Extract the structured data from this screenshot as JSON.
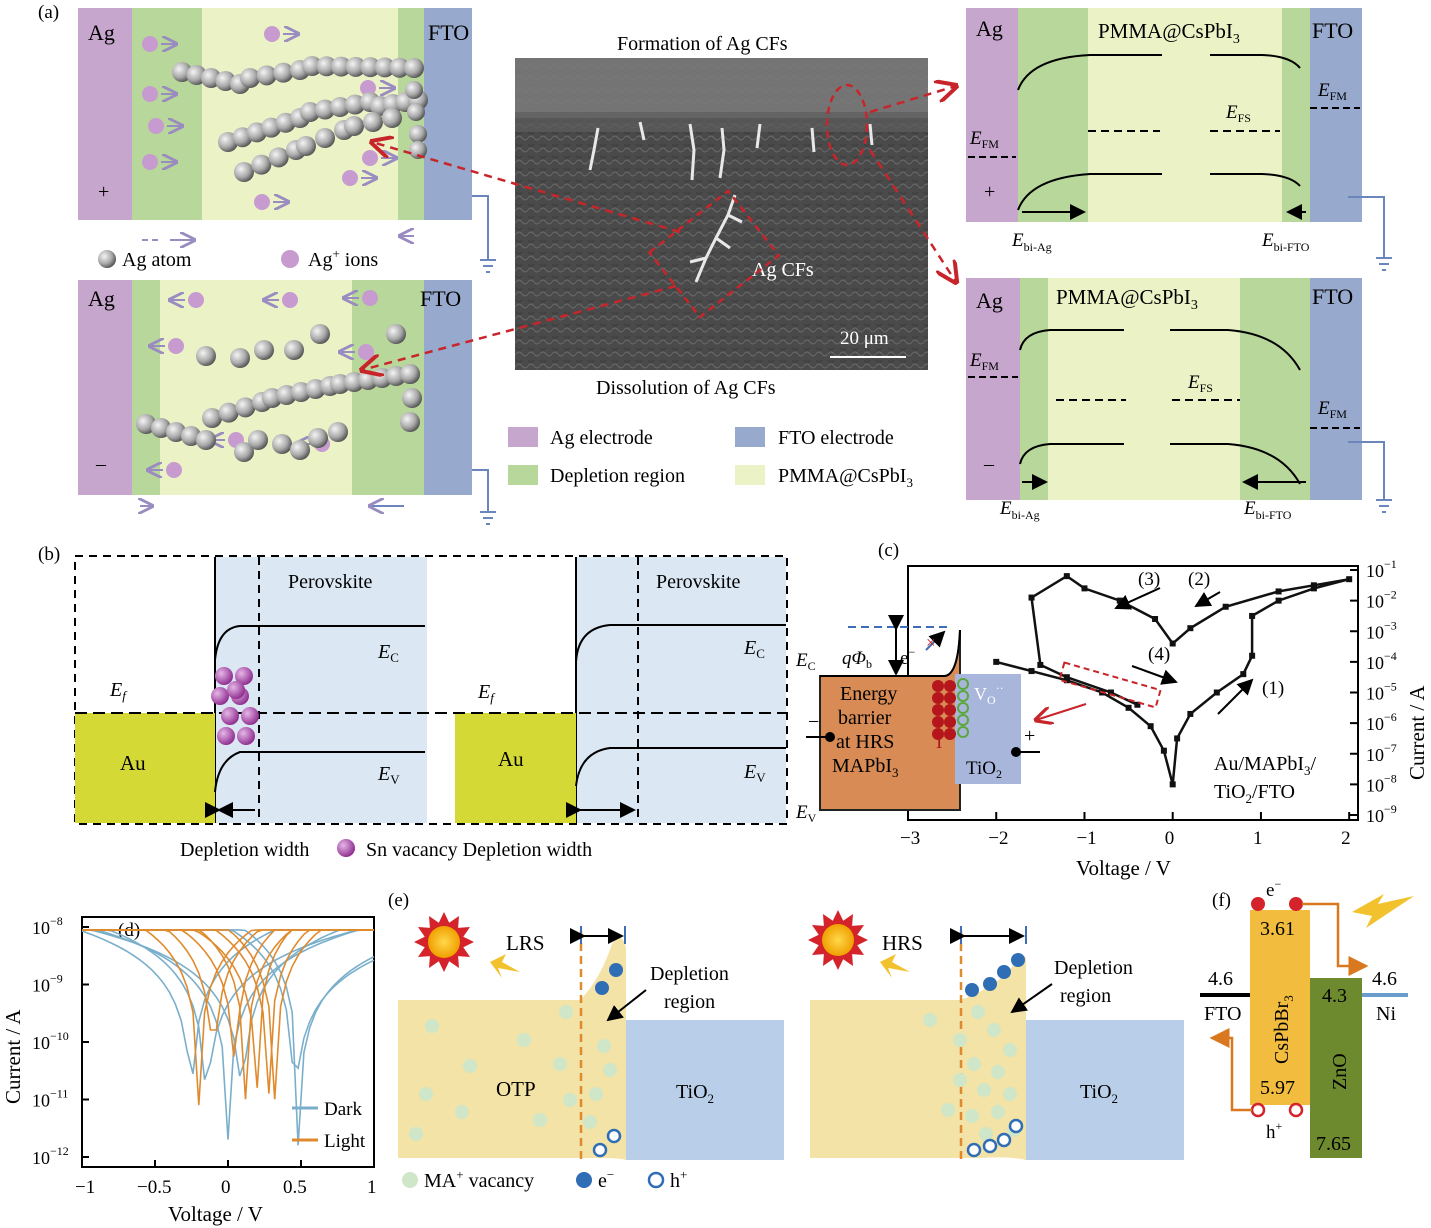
{
  "a": {
    "label": "(a)",
    "ag": "Ag",
    "fto": "FTO",
    "plus": "+",
    "minus": "–",
    "legend_atom": "Ag atom",
    "legend_ion": "Ag",
    "legend_ion_sup": "+",
    "legend_ion_rest": " ions",
    "formation": "Formation of Ag CFs",
    "dissolution": "Dissolution of Ag CFs",
    "cfs": "Ag CFs",
    "scale": "20 μm",
    "layer": "PMMA@CsPbI",
    "layer_sub": "3",
    "efm": "E",
    "efm_sub": "FM",
    "efs": "E",
    "efs_sub": "FS",
    "ebi_ag": "E",
    "ebi_ag_sub": "bi-Ag",
    "ebi_fto": "E",
    "ebi_fto_sub": "bi-FTO",
    "leg1": "Ag electrode",
    "leg2": "FTO electrode",
    "leg3": "Depletion region",
    "leg4": "PMMA@CsPbI",
    "leg4_sub": "3",
    "colors": {
      "ag": "#c6a6cc",
      "depl": "#b8d79a",
      "pmma": "#eaf2c6",
      "fto": "#97a9cd"
    }
  },
  "b": {
    "label": "(b)",
    "perovskite": "Perovskite",
    "ec": "E",
    "ec_sub": "C",
    "ev": "E",
    "ev_sub": "V",
    "ef": "E",
    "ef_sub": "f",
    "au": "Au",
    "depl": "Depletion width",
    "sn": "Sn vacancy",
    "colors": {
      "au": "#d4d936",
      "pv": "#dbe8f4",
      "sn": "#a04d9c"
    }
  },
  "c": {
    "label": "(c)",
    "xlabel": "Voltage / V",
    "ylabel": "Current / A",
    "xticks": [
      "−3",
      "−2",
      "−1",
      "0",
      "1",
      "2"
    ],
    "yexp": [
      "−1",
      "−2",
      "−3",
      "−4",
      "−5",
      "−6",
      "−7",
      "−8",
      "−9"
    ],
    "steps": [
      "(1)",
      "(2)",
      "(3)",
      "(4)"
    ],
    "device": "Au/MAPbI",
    "device_sub": "3",
    "device_end": "/",
    "device2": "TiO",
    "device2_sub": "2",
    "device2_end": "/FTO",
    "ec": "E",
    "ec_sub": "C",
    "ev": "E",
    "ev_sub": "V",
    "barrier": [
      "Energy",
      "barrier",
      "at HRS",
      "MAPbI"
    ],
    "barrier_sub": "3",
    "qphi": "qΦ",
    "qphi_sub": "b",
    "eminus": "e",
    "iminus": "I",
    "vo": "V",
    "vo_sub": "O",
    "vo_sup": "··",
    "tio2": "TiO",
    "tio2_sub": "2",
    "colors": {
      "mapbi": "#d98b55",
      "tio2": "#a9b6dc",
      "red": "#b5161b"
    }
  },
  "d": {
    "label": "(d)",
    "xlabel": "Voltage / V",
    "ylabel": "Current / A",
    "xticks": [
      "−1",
      "−0.5",
      "0",
      "0.5",
      "1"
    ],
    "yexp": [
      "−8",
      "−9",
      "−10",
      "−11",
      "−12"
    ],
    "legend": [
      "Dark",
      "Light"
    ],
    "colors": {
      "dark": "#7aafcb",
      "light": "#e08a2e"
    }
  },
  "e": {
    "label": "(e)",
    "lrs": "LRS",
    "hrs": "HRS",
    "depl": [
      "Depletion",
      "region"
    ],
    "otp": "OTP",
    "tio2": "TiO",
    "tio2_sub": "2",
    "legend": [
      "MA",
      "+",
      " vacancy",
      "e",
      "−",
      "h",
      "+"
    ],
    "colors": {
      "otp": "#f3e3a6",
      "tio2": "#b9cfe9",
      "e": "#2f6db5",
      "ma": "#cfe6c9"
    }
  },
  "f": {
    "label": "(f)",
    "emin": "e",
    "hplus": "h",
    "fto": "FTO",
    "ni": "Ni",
    "v1": "4.6",
    "v2": "4.6",
    "v3": "3.61",
    "v4": "5.97",
    "v5": "4.3",
    "v6": "7.65",
    "cs": "CsPbBr",
    "cs_sub": "3",
    "zno": "ZnO",
    "colors": {
      "cs": "#f2bd3f",
      "zno": "#6e8a2e",
      "arrow": "#d9781f"
    }
  }
}
